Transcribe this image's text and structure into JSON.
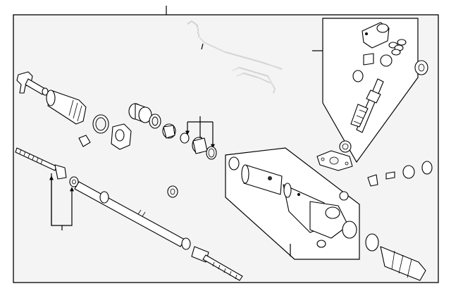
{
  "diagram": {
    "type": "exploded-parts-diagram",
    "subject": "power-steering-rack-and-pinion-assembly",
    "colors": {
      "background": "#ffffff",
      "panel": "#f4f4f4",
      "line": "#000000"
    },
    "callouts": {
      "count": 5,
      "labels": []
    }
  }
}
